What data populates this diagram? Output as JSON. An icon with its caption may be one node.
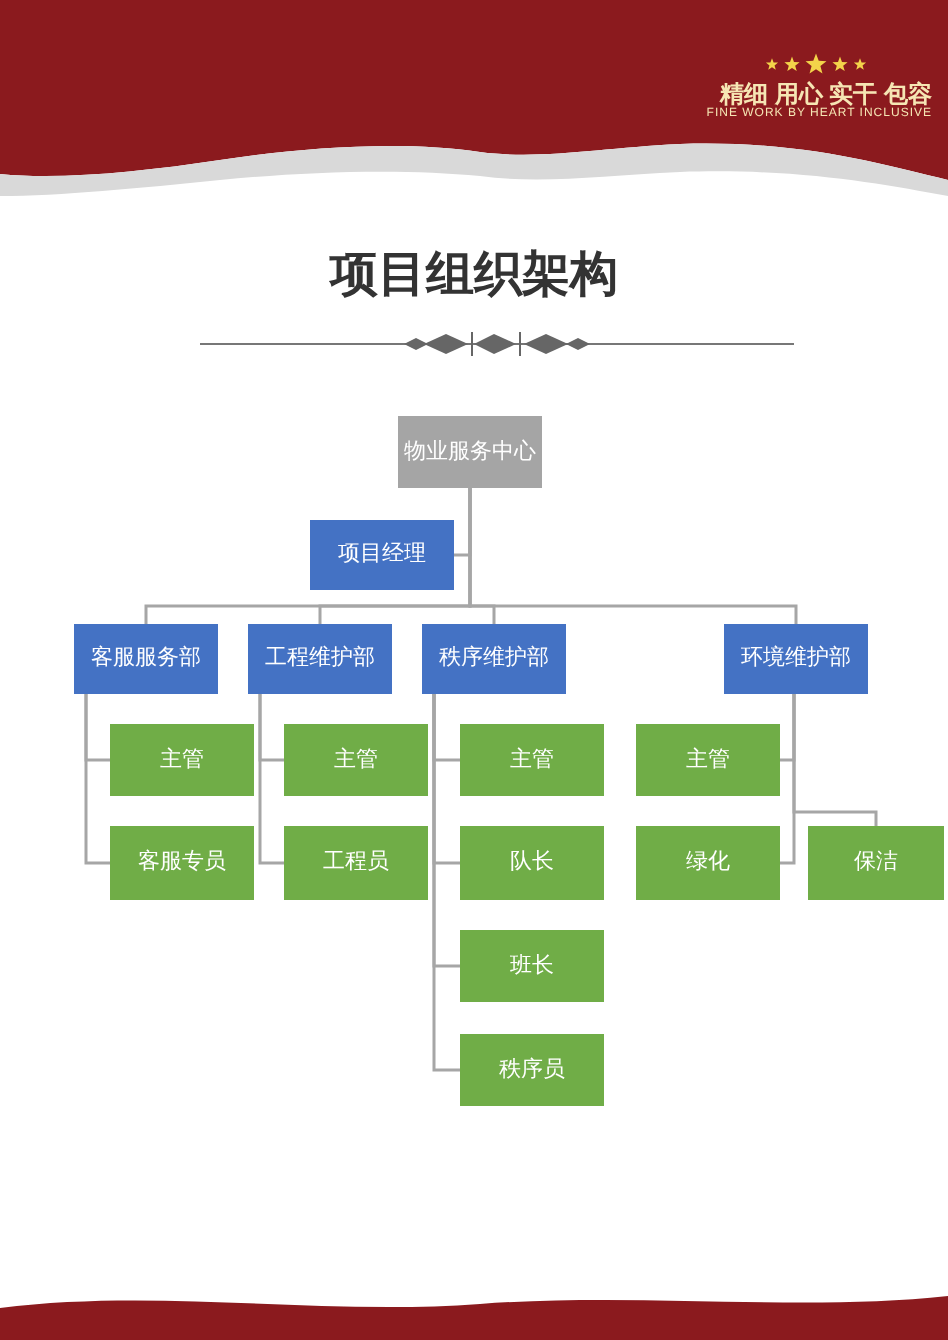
{
  "diagram": {
    "title": "项目组织架构",
    "nodes": [
      {
        "text": [
          "物业服务中心"
        ]
      },
      {
        "text": [
          "项目经理"
        ]
      },
      {
        "text": [
          "客服服务部"
        ]
      },
      {
        "text": [
          "工程维护部"
        ]
      },
      {
        "text": [
          "秩序维护部"
        ]
      },
      {
        "text": [
          "环境维护部"
        ]
      },
      {
        "text": [
          "主管"
        ]
      },
      {
        "text": [
          "客服专员"
        ]
      },
      {
        "text": [
          "主管"
        ]
      },
      {
        "text": [
          "工程员"
        ]
      },
      {
        "text": [
          "主管"
        ]
      },
      {
        "text": [
          "队长"
        ]
      },
      {
        "text": [
          "班长"
        ]
      },
      {
        "text": [
          "秩序员"
        ]
      },
      {
        "text": [
          "主管"
        ]
      },
      {
        "text": [
          "绿化"
        ]
      },
      {
        "text": [
          "保洁"
        ]
      }
    ],
    "edges": [
      {
        "from": 0,
        "to": 1,
        "arrow": "none"
      },
      {
        "from": 0,
        "to": 2,
        "arrow": "none"
      },
      {
        "from": 0,
        "to": 3,
        "arrow": "none"
      },
      {
        "from": 0,
        "to": 4,
        "arrow": "none"
      },
      {
        "from": 0,
        "to": 5,
        "arrow": "none"
      },
      {
        "from": 2,
        "to": 6,
        "arrow": "none"
      },
      {
        "from": 2,
        "to": 7,
        "arrow": "none"
      },
      {
        "from": 3,
        "to": 8,
        "arrow": "none"
      },
      {
        "from": 3,
        "to": 9,
        "arrow": "none"
      },
      {
        "from": 4,
        "to": 10,
        "arrow": "none"
      },
      {
        "from": 4,
        "to": 11,
        "arrow": "none"
      },
      {
        "from": 4,
        "to": 12,
        "arrow": "none"
      },
      {
        "from": 4,
        "to": 13,
        "arrow": "none"
      },
      {
        "from": 5,
        "to": 14,
        "arrow": "none"
      },
      {
        "from": 5,
        "to": 15,
        "arrow": "none"
      },
      {
        "from": 5,
        "to": 16,
        "arrow": "none"
      }
    ],
    "labels": [
      "精细 用心 实干 包容",
      "FINE WORK BY HEART INCLUSIVE"
    ]
  }
}
